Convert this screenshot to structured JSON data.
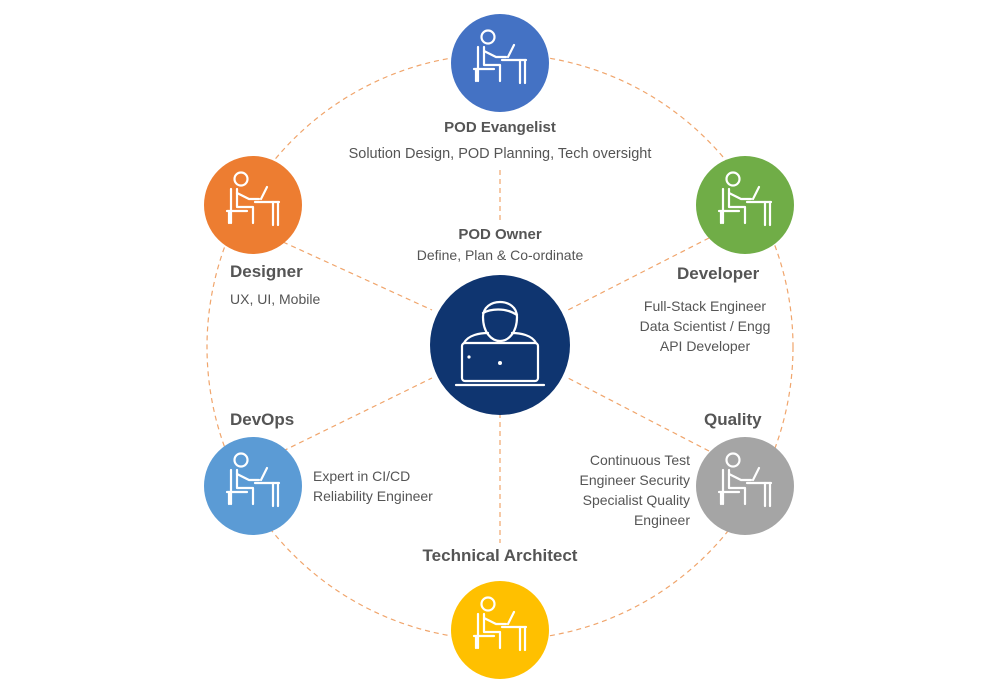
{
  "colors": {
    "connector": "#f0a56c",
    "text": "#555555",
    "pod_owner": "#0f3570",
    "pod_evangelist": "#4472c4",
    "designer": "#ed7d31",
    "developer": "#70ad47",
    "devops": "#5b9bd5",
    "quality": "#a5a5a5",
    "technical_architect": "#ffc000"
  },
  "center": {
    "title": "POD Owner",
    "description": "Define, Plan & Co-ordinate",
    "icon": "person-with-laptop-icon"
  },
  "roles": {
    "pod_evangelist": {
      "title": "POD Evangelist",
      "description": "Solution Design, POD Planning, Tech oversight",
      "icon": "person-at-desk-icon"
    },
    "designer": {
      "title": "Designer",
      "description": "UX, UI, Mobile",
      "icon": "person-at-desk-icon"
    },
    "developer": {
      "title": "Developer",
      "lines": [
        "Full-Stack Engineer",
        "Data Scientist / Engg",
        "API Developer"
      ],
      "icon": "person-at-desk-icon"
    },
    "devops": {
      "title": "DevOps",
      "lines": [
        "Expert in CI/CD",
        "Reliability Engineer"
      ],
      "icon": "person-at-desk-icon"
    },
    "quality": {
      "title": "Quality",
      "lines": [
        "Continuous Test",
        "Engineer Security",
        "Specialist Quality",
        "Engineer"
      ],
      "icon": "person-at-desk-icon"
    },
    "technical_architect": {
      "title": "Technical Architect",
      "icon": "person-at-desk-icon"
    }
  }
}
